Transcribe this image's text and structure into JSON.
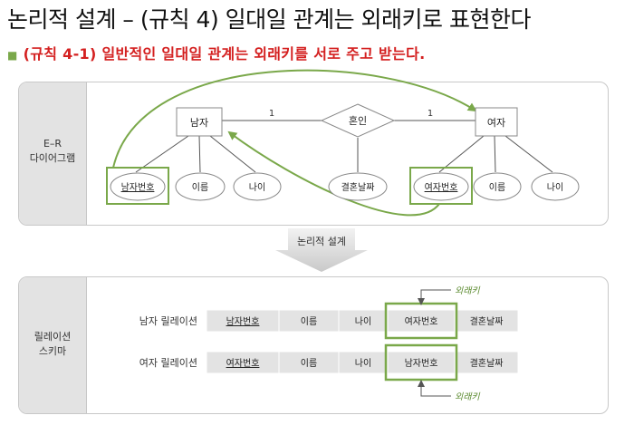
{
  "header": {
    "title": "논리적 설계 – (규칙 4) 일대일 관계는 외래키로 표현한다",
    "subtitle": "(규칙 4-1) 일반적인 일대일 관계는 외래키를 서로 주고 받는다."
  },
  "er_panel": {
    "side_label": "E–R\n다이어그램",
    "entity_left": "남자",
    "entity_right": "여자",
    "relationship": "혼인",
    "card_left": "1",
    "card_right": "1",
    "attrs_left": [
      "남자번호",
      "이름",
      "나이"
    ],
    "attr_rel": "결혼날짜",
    "attrs_right": [
      "여자번호",
      "이름",
      "나이"
    ]
  },
  "transition": {
    "label": "논리적 설계"
  },
  "schema_panel": {
    "side_label": "릴레이션\n스키마",
    "rows": [
      {
        "name": "남자 릴레이션",
        "cells": [
          "남자번호",
          "이름",
          "나이",
          "여자번호",
          "결혼날짜"
        ]
      },
      {
        "name": "여자 릴레이션",
        "cells": [
          "여자번호",
          "이름",
          "나이",
          "남자번호",
          "결혼날짜"
        ]
      }
    ],
    "fk_label": "외래키"
  },
  "colors": {
    "accent_green": "#7aa84a",
    "title_red": "#d42020",
    "cell_fill": "#e3e3e3"
  }
}
